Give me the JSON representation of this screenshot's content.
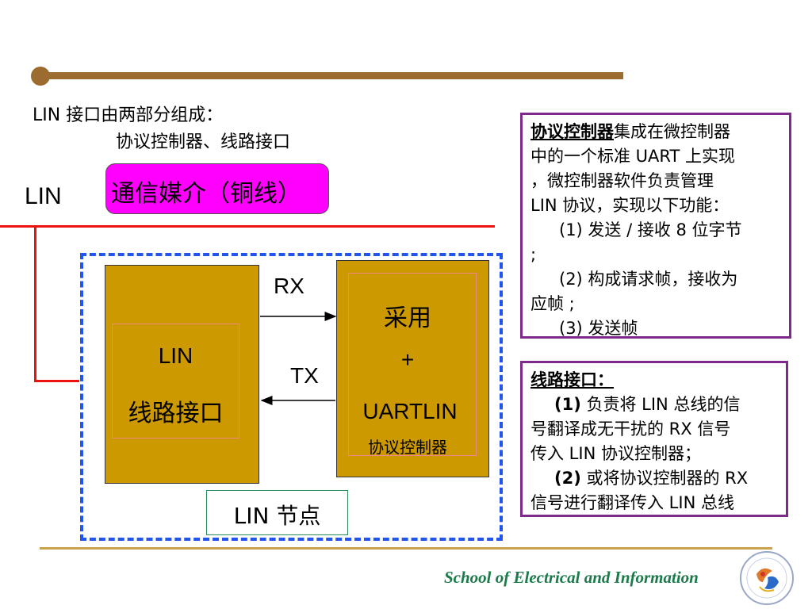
{
  "heading": {
    "line1": "LIN 接口由两部分组成：",
    "line2": "协议控制器、线路接口"
  },
  "bus": {
    "lin_label": "LIN",
    "medium_label": "通信媒介（铜线）"
  },
  "node": {
    "left_block": {
      "title": "LIN",
      "subtitle": "线路接口"
    },
    "right_block": {
      "line1": "采用",
      "line2": "+",
      "line3": "UARTLIN",
      "line4": "协议控制器"
    },
    "rx_label": "RX",
    "tx_label": "TX",
    "node_label": "LIN 节点"
  },
  "info_protocol": {
    "title": "协议控制器",
    "lines": [
      "集成在微控制器",
      "中的一个标准 UART 上实现",
      "，微控制器软件负责管理",
      "LIN 协议，实现以下功能：",
      "(1) 发送 / 接收 8 位字节",
      ";",
      "(2) 构成请求帧，接收为",
      "应帧 ;",
      "(3) 发送帧"
    ]
  },
  "info_line": {
    "title": "线路接口：",
    "item1_num": "(1)",
    "item1_lines": [
      " 负责将 LIN 总线的信",
      "号翻译成无干扰的 RX 信号",
      "传入 LIN 协议控制器；"
    ],
    "item2_num": "(2)",
    "item2_lines": [
      " 或将协议控制器的 RX",
      "信号进行翻译传入 LIN 总线"
    ]
  },
  "footer": {
    "text": "School of Electrical and Information"
  },
  "colors": {
    "accent_bar": "#9c6b2f",
    "medium_fill": "#ff00ff",
    "block_fill": "#cc9900",
    "bus_line": "#ee1111",
    "node_border": "#2255ee",
    "info_border": "#7d2a8a",
    "footer_text": "#1a7a4a"
  }
}
